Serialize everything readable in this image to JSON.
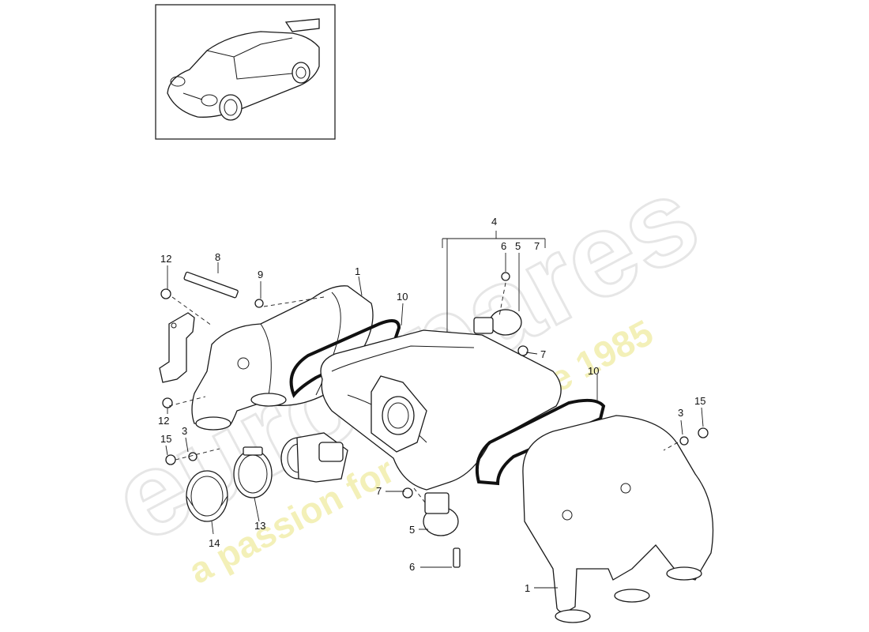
{
  "watermark": {
    "brand_text": "eurospares",
    "tagline_text": "a passion for parts since 1985",
    "brand_color": "#e9e9e9",
    "tagline_color": "#f1eeb0"
  },
  "thumbnail": {
    "icon": "car-icon"
  },
  "callouts": [
    {
      "id": "c4",
      "label": "4"
    },
    {
      "id": "c6a",
      "label": "6"
    },
    {
      "id": "c5a",
      "label": "5"
    },
    {
      "id": "c7a",
      "label": "7"
    },
    {
      "id": "c7b",
      "label": "7"
    },
    {
      "id": "c12a",
      "label": "12"
    },
    {
      "id": "c8",
      "label": "8"
    },
    {
      "id": "c9",
      "label": "9"
    },
    {
      "id": "c1a",
      "label": "1"
    },
    {
      "id": "c10a",
      "label": "10"
    },
    {
      "id": "c12b",
      "label": "12"
    },
    {
      "id": "c3a",
      "label": "3"
    },
    {
      "id": "c15a",
      "label": "15"
    },
    {
      "id": "c14",
      "label": "14"
    },
    {
      "id": "c13",
      "label": "13"
    },
    {
      "id": "c7c",
      "label": "7"
    },
    {
      "id": "c5b",
      "label": "5"
    },
    {
      "id": "c6b",
      "label": "6"
    },
    {
      "id": "c10b",
      "label": "10"
    },
    {
      "id": "c3b",
      "label": "3"
    },
    {
      "id": "c15b",
      "label": "15"
    },
    {
      "id": "c1b",
      "label": "1"
    }
  ]
}
